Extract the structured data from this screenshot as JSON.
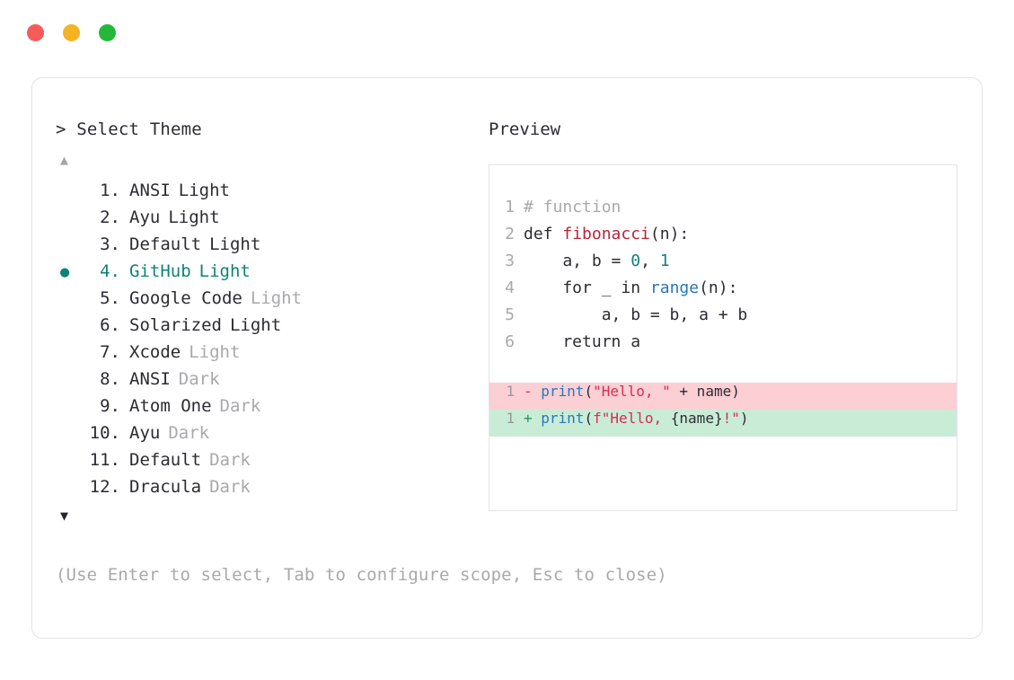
{
  "window": {
    "dots": [
      {
        "name": "close",
        "color": "#f65a5a"
      },
      {
        "name": "minimize",
        "color": "#f5b324"
      },
      {
        "name": "maximize",
        "color": "#23b83a"
      }
    ]
  },
  "left": {
    "prompt": "> Select Theme",
    "scroll_up_icon": "▲",
    "scroll_down_icon": "▼",
    "selected_index": 4,
    "selected_bullet": "●",
    "accent_color": "#0f8279",
    "items": [
      {
        "num": "1.",
        "name": "ANSI",
        "mode": "Light",
        "mode_muted": false,
        "selected": false
      },
      {
        "num": "2.",
        "name": "Ayu",
        "mode": "Light",
        "mode_muted": false,
        "selected": false
      },
      {
        "num": "3.",
        "name": "Default",
        "mode": "Light",
        "mode_muted": false,
        "selected": false
      },
      {
        "num": "4.",
        "name": "GitHub",
        "mode": "Light",
        "mode_muted": false,
        "selected": true
      },
      {
        "num": "5.",
        "name": "Google Code",
        "mode": "Light",
        "mode_muted": true,
        "selected": false
      },
      {
        "num": "6.",
        "name": "Solarized",
        "mode": "Light",
        "mode_muted": false,
        "selected": false
      },
      {
        "num": "7.",
        "name": "Xcode",
        "mode": "Light",
        "mode_muted": true,
        "selected": false
      },
      {
        "num": "8.",
        "name": "ANSI",
        "mode": "Dark",
        "mode_muted": true,
        "selected": false
      },
      {
        "num": "9.",
        "name": "Atom One",
        "mode": "Dark",
        "mode_muted": true,
        "selected": false
      },
      {
        "num": "10.",
        "name": "Ayu",
        "mode": "Dark",
        "mode_muted": true,
        "selected": false
      },
      {
        "num": "11.",
        "name": "Default",
        "mode": "Dark",
        "mode_muted": true,
        "selected": false
      },
      {
        "num": "12.",
        "name": "Dracula",
        "mode": "Dark",
        "mode_muted": true,
        "selected": false
      }
    ],
    "hint": "(Use Enter to select, Tab to configure scope, Esc to close)"
  },
  "right": {
    "label": "Preview",
    "code_lines": [
      {
        "num": "1",
        "tokens": [
          {
            "t": "# function",
            "c": "comment"
          }
        ]
      },
      {
        "num": "2",
        "tokens": [
          {
            "t": "def ",
            "c": "plain"
          },
          {
            "t": "fibonacci",
            "c": "func"
          },
          {
            "t": "(n):",
            "c": "plain"
          }
        ]
      },
      {
        "num": "3",
        "tokens": [
          {
            "t": "    a, b = ",
            "c": "plain"
          },
          {
            "t": "0",
            "c": "num"
          },
          {
            "t": ", ",
            "c": "plain"
          },
          {
            "t": "1",
            "c": "num"
          }
        ]
      },
      {
        "num": "4",
        "tokens": [
          {
            "t": "    for _ in ",
            "c": "plain"
          },
          {
            "t": "range",
            "c": "builtin"
          },
          {
            "t": "(n):",
            "c": "plain"
          }
        ]
      },
      {
        "num": "5",
        "tokens": [
          {
            "t": "        a, b = b, a + b",
            "c": "plain"
          }
        ]
      },
      {
        "num": "6",
        "tokens": [
          {
            "t": "    return a",
            "c": "plain"
          }
        ]
      }
    ],
    "diff_lines": [
      {
        "num": "1",
        "kind": "del",
        "marker": "-",
        "tokens": [
          {
            "t": "print",
            "c": "builtin"
          },
          {
            "t": "(",
            "c": "plain"
          },
          {
            "t": "\"Hello, \"",
            "c": "string"
          },
          {
            "t": " + name)",
            "c": "plain"
          }
        ]
      },
      {
        "num": "1",
        "kind": "add",
        "marker": "+",
        "tokens": [
          {
            "t": "print",
            "c": "builtin"
          },
          {
            "t": "(",
            "c": "plain"
          },
          {
            "t": "f\"Hello, ",
            "c": "string"
          },
          {
            "t": "{name}",
            "c": "plain"
          },
          {
            "t": "!\"",
            "c": "string"
          },
          {
            "t": ")",
            "c": "plain"
          }
        ]
      }
    ],
    "diff_del_bg": "#fbcfd3",
    "diff_add_bg": "#c9ecd7"
  }
}
